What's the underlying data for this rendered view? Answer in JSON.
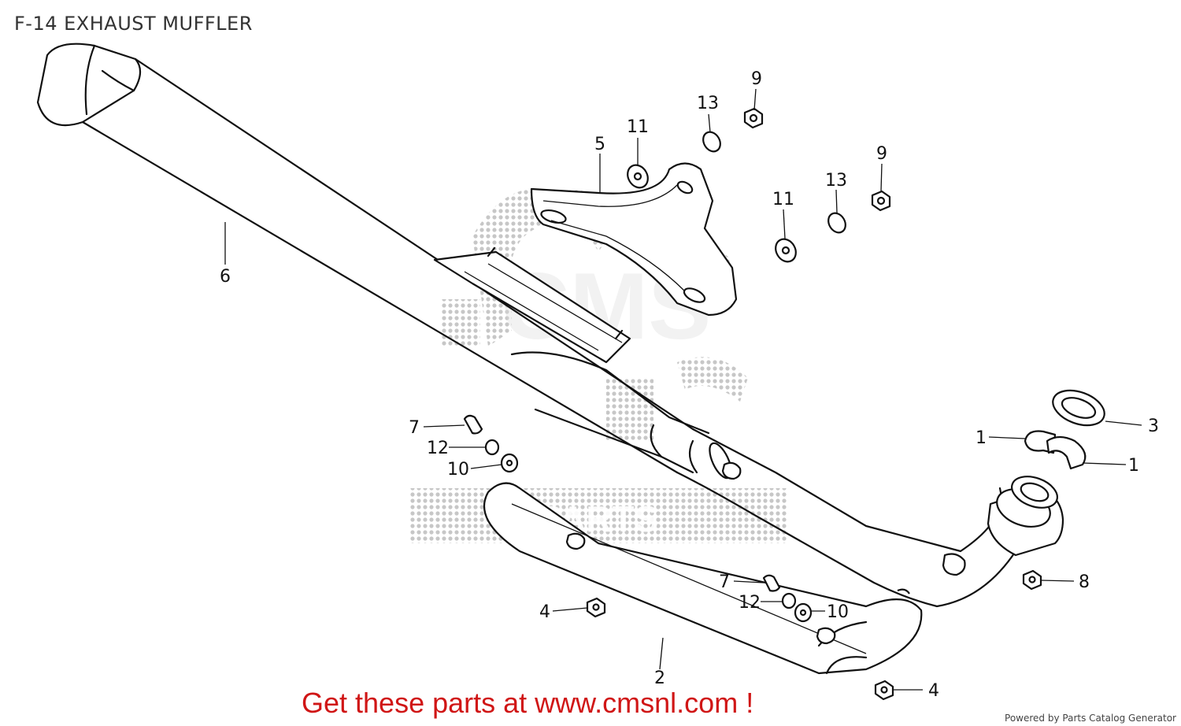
{
  "title": "F-14 EXHAUST MUFFLER",
  "callouts": [
    "1",
    "1",
    "2",
    "3",
    "4",
    "4",
    "5",
    "6",
    "7",
    "7",
    "8",
    "9",
    "9",
    "10",
    "10",
    "11",
    "11",
    "12",
    "12",
    "13",
    "13"
  ],
  "watermark": {
    "line1": "CMS",
    "line2": "PARTS"
  },
  "cta_text": "Get these parts at www.cmsnl.com !",
  "footer_text": "Powered by Parts Catalog Generator",
  "colors": {
    "title": "#333333",
    "cta": "#d01616",
    "line": "#111111",
    "watermark": "#bdbdbd"
  }
}
